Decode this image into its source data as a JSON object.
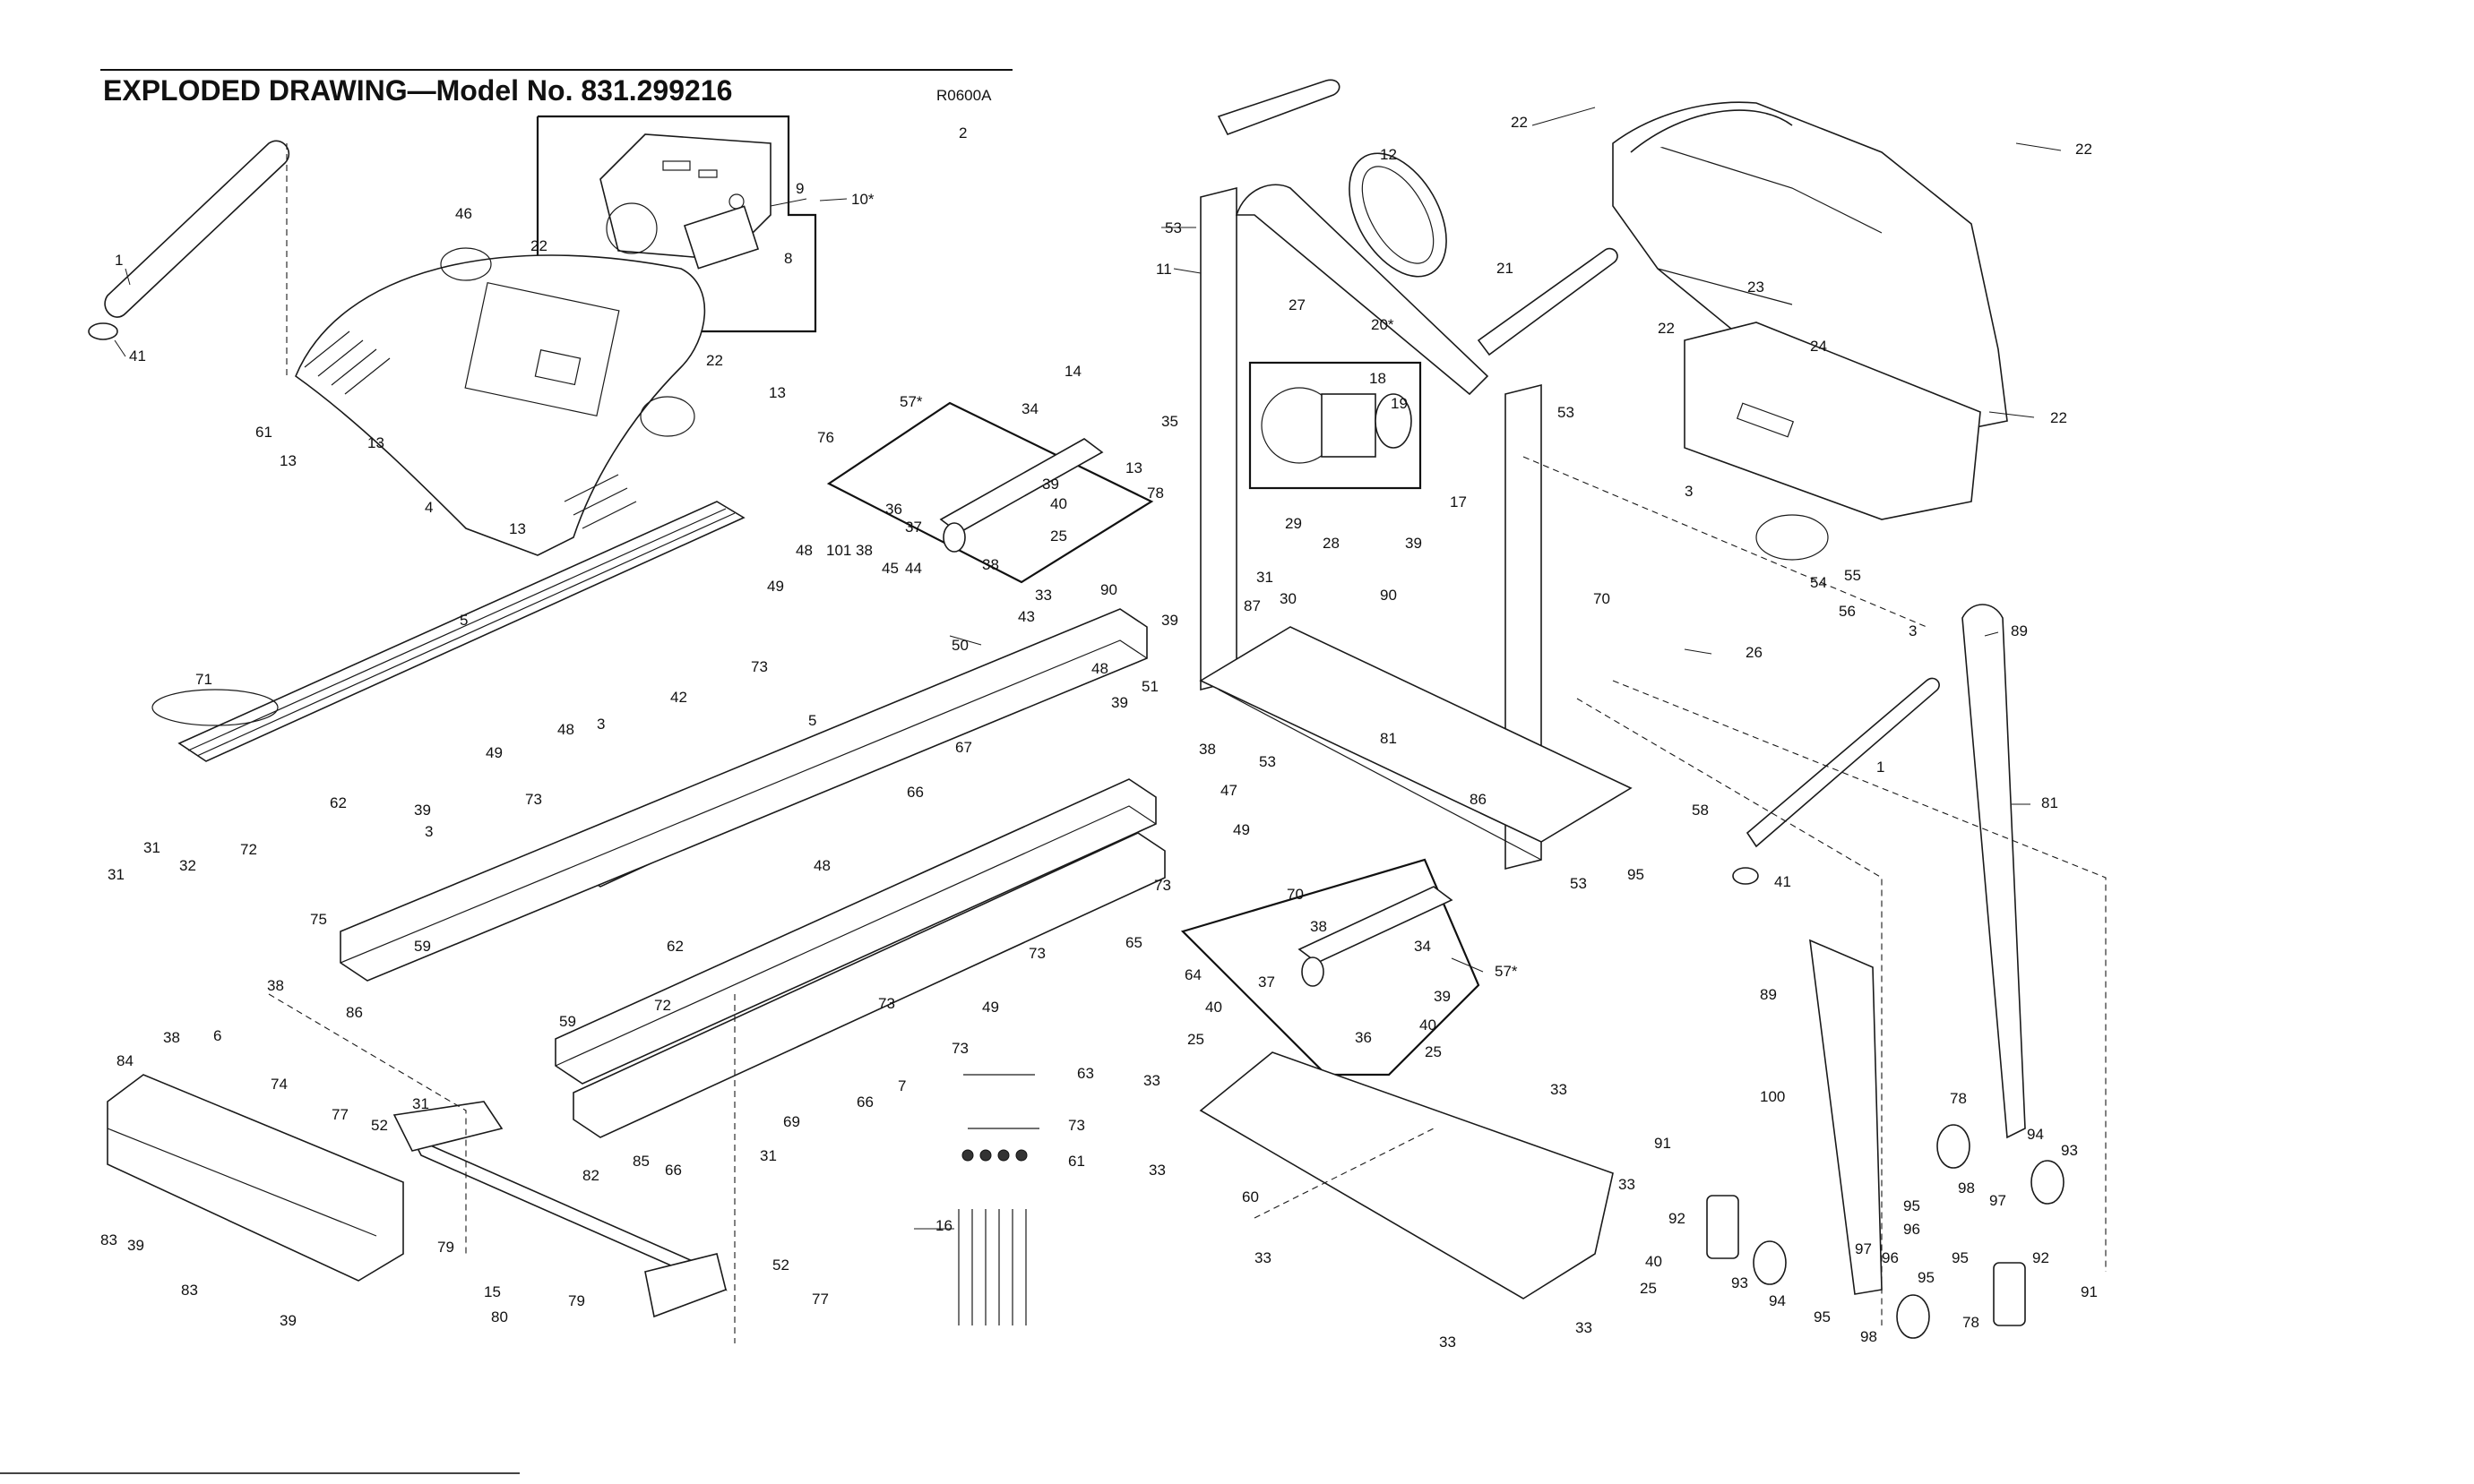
{
  "header": {
    "title": "EXPLODED DRAWING—Model No. 831.299216",
    "code": "R0600A"
  },
  "callouts": {
    "c1": "1",
    "c1b": "1",
    "c2": "2",
    "c3a": "3",
    "c3b": "3",
    "c3c": "3",
    "c3d": "3",
    "c4": "4",
    "c5a": "5",
    "c5b": "5",
    "c6": "6",
    "c7": "7",
    "c8": "8",
    "c9": "9",
    "c10": "10*",
    "c11": "11",
    "c12": "12",
    "c13a": "13",
    "c13b": "13",
    "c13c": "13",
    "c13d": "13",
    "c13e": "13",
    "c14": "14",
    "c15": "15",
    "c16": "16",
    "c17": "17",
    "c18": "18",
    "c19": "19",
    "c20": "20*",
    "c21": "21",
    "c22a": "22",
    "c22b": "22",
    "c22c": "22",
    "c22d": "22",
    "c22e": "22",
    "c22f": "22",
    "c23": "23",
    "c24": "24",
    "c25a": "25",
    "c25b": "25",
    "c25c": "25",
    "c25d": "25",
    "c26": "26",
    "c27": "27",
    "c28": "28",
    "c29": "29",
    "c30": "30",
    "c31a": "31",
    "c31b": "31",
    "c31c": "31",
    "c31d": "31",
    "c31e": "31",
    "c32": "32",
    "c33a": "33",
    "c33b": "33",
    "c33c": "33",
    "c33d": "33",
    "c33e": "33",
    "c33f": "33",
    "c33g": "33",
    "c33h": "33",
    "c34a": "34",
    "c34b": "34",
    "c35": "35",
    "c36a": "36",
    "c36b": "36",
    "c37a": "37",
    "c37b": "37",
    "c38a": "38",
    "c38b": "38",
    "c38c": "38",
    "c38d": "38",
    "c38e": "38",
    "c38f": "38",
    "c39a": "39",
    "c39b": "39",
    "c39c": "39",
    "c39d": "39",
    "c39e": "39",
    "c39f": "39",
    "c39g": "39",
    "c39h": "39",
    "c40a": "40",
    "c40b": "40",
    "c40c": "40",
    "c40d": "40",
    "c41a": "41",
    "c41b": "41",
    "c42": "42",
    "c43": "43",
    "c44": "44",
    "c45": "45",
    "c46": "46",
    "c47": "47",
    "c48a": "48",
    "c48b": "48",
    "c48c": "48",
    "c48d": "48",
    "c49a": "49",
    "c49b": "49",
    "c49c": "49",
    "c49d": "49",
    "c50": "50",
    "c51": "51",
    "c52a": "52",
    "c52b": "52",
    "c53a": "53",
    "c53b": "53",
    "c53c": "53",
    "c53d": "53",
    "c54": "54",
    "c55": "55",
    "c56": "56",
    "c57a": "57*",
    "c57b": "57*",
    "c58": "58",
    "c59a": "59",
    "c59b": "59",
    "c60": "60",
    "c61a": "61",
    "c61b": "61",
    "c62a": "62",
    "c62b": "62",
    "c63": "63",
    "c64": "64",
    "c65": "65",
    "c66a": "66",
    "c66b": "66",
    "c66c": "66",
    "c67": "67",
    "c69": "69",
    "c70a": "70",
    "c70b": "70",
    "c71": "71",
    "c72a": "72",
    "c72b": "72",
    "c73a": "73",
    "c73b": "73",
    "c73c": "73",
    "c73d": "73",
    "c73e": "73",
    "c73f": "73",
    "c73g": "73",
    "c74": "74",
    "c75": "75",
    "c76": "76",
    "c77a": "77",
    "c77b": "77",
    "c78a": "78",
    "c78b": "78",
    "c78c": "78",
    "c79a": "79",
    "c79b": "79",
    "c80": "80",
    "c81a": "81",
    "c81b": "81",
    "c82": "82",
    "c83a": "83",
    "c83b": "83",
    "c84": "84",
    "c85": "85",
    "c86a": "86",
    "c86b": "86",
    "c87": "87",
    "c89a": "89",
    "c89b": "89",
    "c90a": "90",
    "c90b": "90",
    "c91a": "91",
    "c91b": "91",
    "c92a": "92",
    "c92b": "92",
    "c93a": "93",
    "c93b": "93",
    "c94a": "94",
    "c94b": "94",
    "c95a": "95",
    "c95b": "95",
    "c95c": "95",
    "c95d": "95",
    "c95e": "95",
    "c96a": "96",
    "c96b": "96",
    "c97a": "97",
    "c97b": "97",
    "c98a": "98",
    "c98b": "98",
    "c100": "100",
    "c101": "101"
  }
}
